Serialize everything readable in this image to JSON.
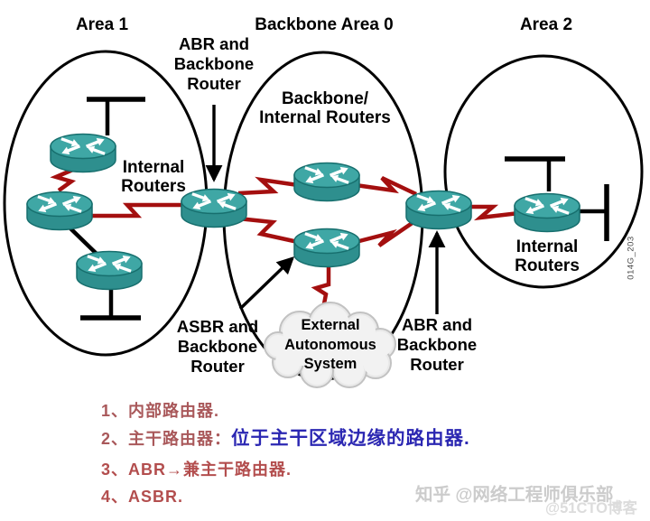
{
  "areas": {
    "area1": {
      "title": "Area 1"
    },
    "area0": {
      "title": "Backbone Area 0"
    },
    "area2": {
      "title": "Area 2"
    }
  },
  "labels": {
    "abr_top": "ABR and\nBackbone\nRouter",
    "backbone_internal": "Backbone/\nInternal Routers",
    "internal_area1": "Internal\nRouters",
    "internal_area2": "Internal\nRouters",
    "asbr": "ASBR and\nBackbone\nRouter",
    "abr_bottom": "ABR and\nBackbone\nRouter",
    "cloud": "External\nAutonomous\nSystem",
    "figure_code": "014G_203"
  },
  "notes": {
    "items": [
      {
        "label": "1、内部路由器.",
        "highlight": ""
      },
      {
        "label": "2、主干路由器：",
        "highlight": "位于主干区域边缘的路由器."
      },
      {
        "label": "3、ABR→兼主干路由器.",
        "highlight": ""
      },
      {
        "label": "4、ASBR.",
        "highlight": ""
      }
    ]
  },
  "watermarks": {
    "zhihu": "知乎 @网络工程师俱乐部",
    "cto": "@51CTO博客"
  },
  "icons": {
    "router": "cisco-router-cylinder-with-crossing-arrows",
    "external_cloud": "cloud-shape",
    "ethernet_segment": "t-bar-line",
    "serial_link": "red-lightning-link"
  },
  "colors": {
    "router_top": "#3fa7a5",
    "router_side": "#2e8f8e",
    "router_outline": "#176f6e",
    "link_red": "#a40f0f",
    "line_black": "#000000",
    "note_red": "#a9585a",
    "note_red_strong": "#b34e4e",
    "note_blue": "#2b27b2",
    "watermark_gray": "#cccccc"
  }
}
